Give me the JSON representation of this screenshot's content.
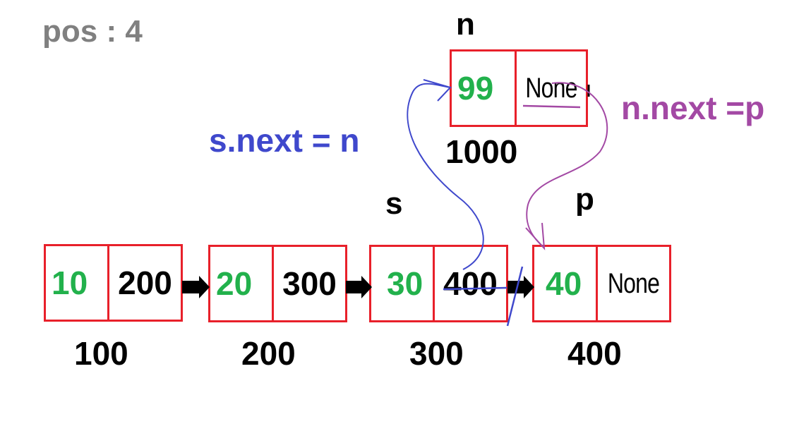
{
  "pos_label": "pos : 4",
  "nodes": [
    {
      "data": "10",
      "next": "200",
      "addr": "100"
    },
    {
      "data": "20",
      "next": "300",
      "addr": "200"
    },
    {
      "data": "30",
      "next": "400",
      "addr": "300",
      "var": "s"
    },
    {
      "data": "40",
      "next": "None",
      "addr": "400",
      "var": "p"
    }
  ],
  "new_node": {
    "data": "99",
    "next": "None",
    "addr": "1000",
    "var": "n"
  },
  "annotations": {
    "s_next": "s.next = n",
    "n_next": "n.next =p"
  },
  "colors": {
    "border": "#e8202a",
    "data_text": "#22b14c",
    "blue_pen": "#3f48cc",
    "purple_pen": "#a349a4",
    "pos_text": "#808080"
  }
}
